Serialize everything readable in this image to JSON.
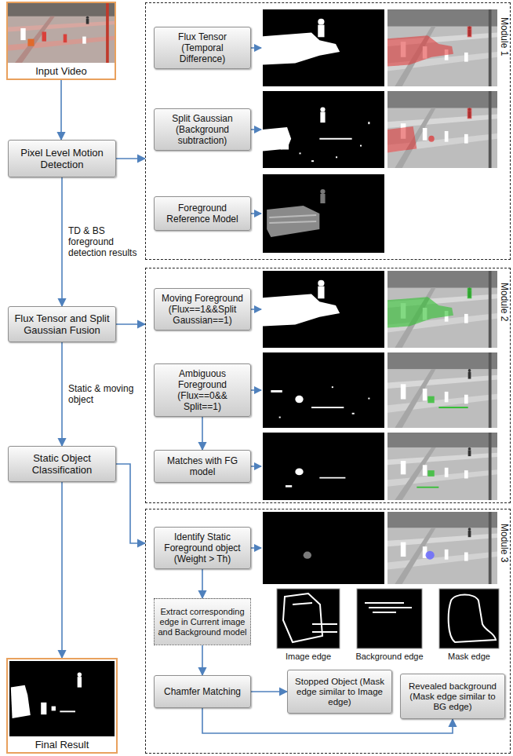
{
  "diagram": {
    "nodes": [
      {
        "text": [
          "Input Video"
        ]
      },
      {
        "text": [
          "Pixel Level Motion Detection"
        ]
      },
      {
        "text": [
          "Flux Tensor and Split Gaussian Fusion"
        ]
      },
      {
        "text": [
          "Static Object Classification"
        ]
      },
      {
        "text": [
          "Final Result"
        ]
      },
      {
        "text": [
          "Module 1"
        ]
      },
      {
        "text": [
          "Flux Tensor (Temporal Difference)"
        ],
        "in": 5
      },
      {
        "text": [
          "Split Gaussian (Background subtraction)"
        ],
        "in": 5
      },
      {
        "text": [
          "Foreground Reference Model"
        ],
        "in": 5
      },
      {
        "text": [
          "Module 2"
        ]
      },
      {
        "text": [
          "Moving Foreground (Flux==1&&Split Gaussian==1)"
        ],
        "in": 9
      },
      {
        "text": [
          "Ambiguous Foreground (Flux==0&& Split==1)"
        ],
        "in": 9
      },
      {
        "text": [
          "Matches with FG model"
        ],
        "in": 9
      },
      {
        "text": [
          "Module 3"
        ]
      },
      {
        "text": [
          "Identify Static Foreground object (Weight > Th)"
        ],
        "in": 13
      },
      {
        "text": [
          "Extract corresponding edge in Current image and Background model"
        ],
        "in": 13
      },
      {
        "text": [
          "Chamfer Matching"
        ],
        "in": 13
      },
      {
        "text": [
          "Stopped Object (Mask edge similar to Image edge)"
        ],
        "in": 13
      },
      {
        "text": [
          "Revealed background (Mask edge similar to BG edge)"
        ],
        "in": 13
      }
    ],
    "edges": [
      {
        "from": 0,
        "to": 1,
        "arrow": "to"
      },
      {
        "from": 1,
        "to": 2,
        "arrow": "to",
        "label": "TD & BS foreground detection results"
      },
      {
        "from": 2,
        "to": 3,
        "arrow": "to",
        "label": "Static & moving object"
      },
      {
        "from": 3,
        "to": 4,
        "arrow": "to"
      },
      {
        "from": 1,
        "to": 5,
        "arrow": "to"
      },
      {
        "from": 2,
        "to": 9,
        "arrow": "to"
      },
      {
        "from": 3,
        "to": 13,
        "arrow": "to"
      },
      {
        "from": 11,
        "to": 12,
        "arrow": "to"
      },
      {
        "from": 14,
        "to": 15,
        "arrow": "to"
      },
      {
        "from": 15,
        "to": 16,
        "arrow": "to"
      },
      {
        "from": 16,
        "to": 17,
        "arrow": "to"
      },
      {
        "from": 16,
        "to": 18,
        "arrow": "to"
      }
    ],
    "labels": [
      "Image edge",
      "Background edge",
      "Mask edge"
    ]
  }
}
